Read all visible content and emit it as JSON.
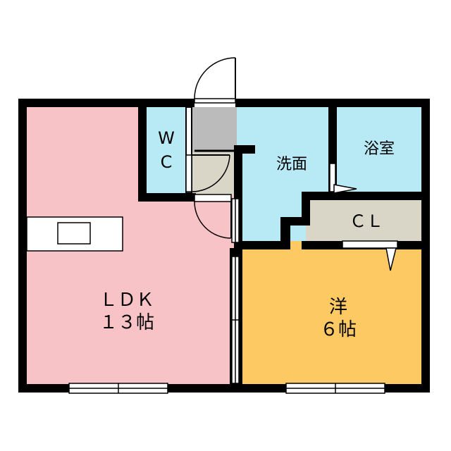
{
  "floor_plan": {
    "colors": {
      "ldk": "#F7C3C7",
      "western_room": "#FCC962",
      "wet_area": "#B8EAF6",
      "closet": "#D9D6C8",
      "entrance": "#BBBBBB",
      "wall": "#000000",
      "counter": "#FFFFFF"
    },
    "rooms": {
      "ldk": {
        "line1": "ＬＤＫ",
        "line2": "１３帖"
      },
      "western": {
        "line1": "洋",
        "line2": "６帖"
      },
      "wc": {
        "line1": "W",
        "line2": "C"
      },
      "washroom": {
        "label": "洗面"
      },
      "bathroom": {
        "label": "浴室"
      },
      "closet": {
        "label": "ＣＬ"
      }
    }
  }
}
